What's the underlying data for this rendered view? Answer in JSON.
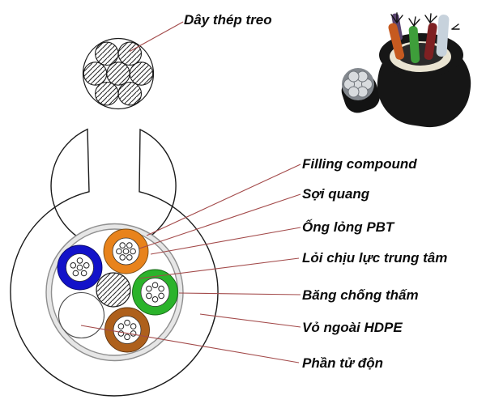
{
  "diagram": {
    "title_label": {
      "text": "Dây thép treo"
    },
    "callouts": [
      {
        "text": "Filling compound"
      },
      {
        "text": "Sợi quang"
      },
      {
        "text": "Ống lỏng PBT"
      },
      {
        "text": "Lỏi chịu lực trung tâm"
      },
      {
        "text": "Băng chống thấm"
      },
      {
        "text": "Vỏ ngoài HDPE"
      },
      {
        "text": "Phần tử độn"
      }
    ],
    "colors": {
      "leader_line": "#A34A4A",
      "outline": "#1A1A1A",
      "tube_orange": "#E8831C",
      "tube_blue": "#1212C9",
      "tube_green": "#2BB32B",
      "tube_brown": "#AE601C",
      "tape_fill": "#E6E6E6",
      "tape_edge": "#8F8F8F"
    }
  }
}
